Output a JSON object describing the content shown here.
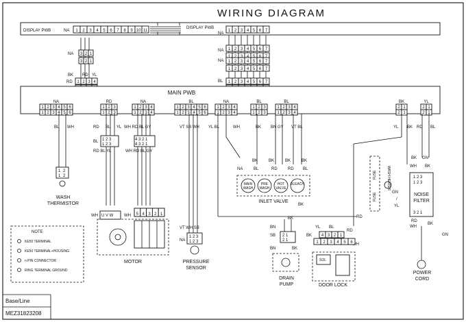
{
  "title": "WIRING DIAGRAM",
  "footer": {
    "base": "Base/Line",
    "code": "MEZ31823208"
  },
  "display_pwb": {
    "left_label": "DISPLAY PWB",
    "right_label": "DISPLAY PWB",
    "na": "NA",
    "pins_left": [
      "1",
      "2",
      "3",
      "4",
      "5",
      "6",
      "7",
      "8",
      "9",
      "10",
      "11"
    ],
    "pins_right": [
      "1",
      "2",
      "3",
      "4",
      "5",
      "6",
      "7"
    ]
  },
  "main_pwb": {
    "label": "MAIN PWB"
  },
  "connectors": {
    "c1_labels": {
      "na": "NA",
      "bk": "BK",
      "rd": "RD",
      "yl": "YL"
    },
    "c1_pins3": [
      "3",
      "2",
      "1"
    ],
    "c1_pins4": [
      "1",
      "2",
      "3",
      "4"
    ],
    "bundle_labels": [
      "NA",
      "NA",
      "BL"
    ],
    "bundle_pins": [
      "1",
      "2",
      "3",
      "4",
      "5",
      "6",
      "7"
    ]
  },
  "main_headers": [
    {
      "color": "NA",
      "pins": [
        "1",
        "2",
        "3",
        "4",
        "5",
        "6"
      ]
    },
    {
      "color": "RD",
      "pins": [
        "1",
        "2",
        "3"
      ]
    },
    {
      "color": "NA",
      "pins": [
        "1",
        "2",
        "3",
        "4"
      ]
    },
    {
      "color": "BL",
      "pins": [
        "1",
        "2",
        "3",
        "4",
        "5",
        "6"
      ]
    },
    {
      "color": "NA",
      "pins": [
        "1",
        "2",
        "3",
        "4"
      ]
    },
    {
      "color": "BL",
      "pins": [
        "1",
        "2",
        "3"
      ]
    },
    {
      "color": "BL",
      "pins": [
        "1",
        "2",
        "3",
        "4"
      ]
    },
    {
      "color": "BK",
      "pins": [
        "2",
        "1"
      ]
    },
    {
      "color": "YL",
      "pins": [
        "2",
        "1"
      ]
    }
  ],
  "wire_labels": {
    "wash": [
      "BL",
      "WH"
    ],
    "motor_a": [
      "RD",
      "BL",
      "YL"
    ],
    "motor_b": [
      "WH",
      "RD",
      "BL",
      "GY"
    ],
    "pressure": [
      "VT",
      "SB",
      "WH"
    ],
    "valve": [
      "YL",
      "BL",
      "WH"
    ],
    "valve2": [
      "BK"
    ],
    "valve3": [
      "BN",
      "GY",
      "VT",
      "BL"
    ],
    "right_a": [
      "YL"
    ],
    "right_b": [
      "BK"
    ],
    "right_c": [
      "RD"
    ],
    "right_d": [
      "BL"
    ]
  },
  "components": {
    "wash_thermistor": "WASH THERMISTOR",
    "motor": "MOTOR",
    "motor_terms": [
      "U",
      "V",
      "W"
    ],
    "motor_pins": [
      "5",
      "4",
      "3",
      "2",
      "1"
    ],
    "pressure_sensor": "PRESSURE SENSOR",
    "pressure_pins": [
      "1",
      "2",
      "3"
    ],
    "inlet_valve": "INLET VALVE",
    "valves": [
      "MAIN WASH",
      "PRE WASH",
      "HOT VALVE",
      "BLEACH"
    ],
    "drain_pump": "DRAIN PUMP",
    "door_lock": "DOOR LOCK",
    "door_pins": [
      "4",
      "3",
      "2",
      "1"
    ],
    "door_pins2": [
      "1",
      "2",
      "3",
      "4",
      "5",
      "6"
    ],
    "noise_filter": "NOISE FILTER",
    "fuse": "FUSE",
    "wash_heater": "WASH HEATER",
    "power_cord": "POWER CORD",
    "sol": "SOL",
    "gn_yl": "GN / YL"
  },
  "note": {
    "title": "NOTE",
    "items": [
      "KE50 TERMINAL",
      "KE50 TERMINAL+HOUSING",
      "n PIN CONNECTOR",
      "RING TERMINAL GROUND"
    ]
  },
  "misc_labels": {
    "bk": "BK",
    "wh": "WH",
    "rd": "RD",
    "gn": "GN",
    "yl": "YL",
    "bn": "BN",
    "sb": "SB",
    "vt": "VT",
    "na": "NA",
    "bl": "BL"
  }
}
